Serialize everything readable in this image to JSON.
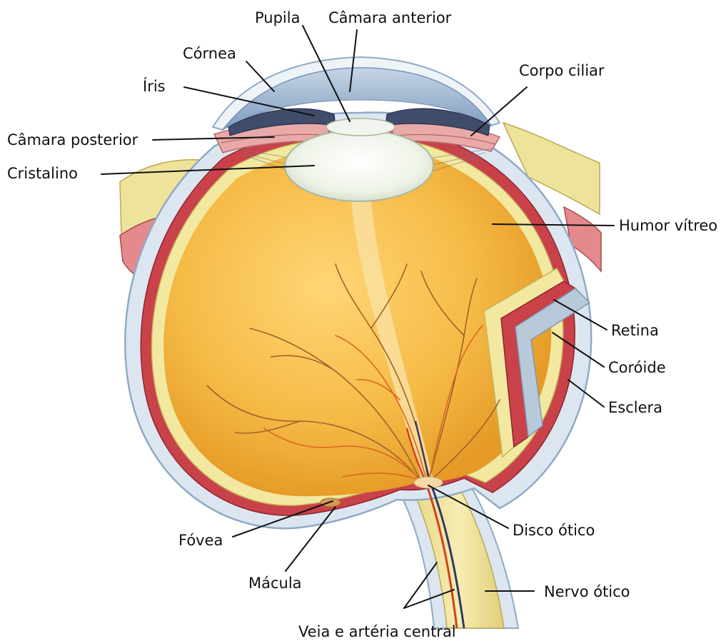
{
  "diagram": {
    "labels": {
      "pupila": "Pupila",
      "camara_anterior": "Câmara anterior",
      "cornea": "Córnea",
      "iris": "Íris",
      "corpo_ciliar": "Corpo ciliar",
      "camara_posterior": "Câmara posterior",
      "cristalino": "Cristalino",
      "humor_vitreo": "Humor vítreo",
      "retina": "Retina",
      "coroide": "Coróide",
      "esclera": "Esclera",
      "disco_otico": "Disco ótico",
      "fovea": "Fóvea",
      "macula": "Mácula",
      "nervo_otico": "Nervo ótico",
      "veia_arteria": "Veia e artéria central"
    },
    "colors": {
      "vitreous": "#f4b53e",
      "vitreous_highlight": "#ffd470",
      "retina": "#f3e8a0",
      "choroid": "#c9424a",
      "sclera": "#dce6f0",
      "sclera_edge": "#8faac6",
      "cornea": "#9fb8d4",
      "iris": "#3f4c6a",
      "lens": "#eef2e6",
      "ciliary": "#e9a9a8",
      "muscle": "#d9d67a"
    }
  }
}
